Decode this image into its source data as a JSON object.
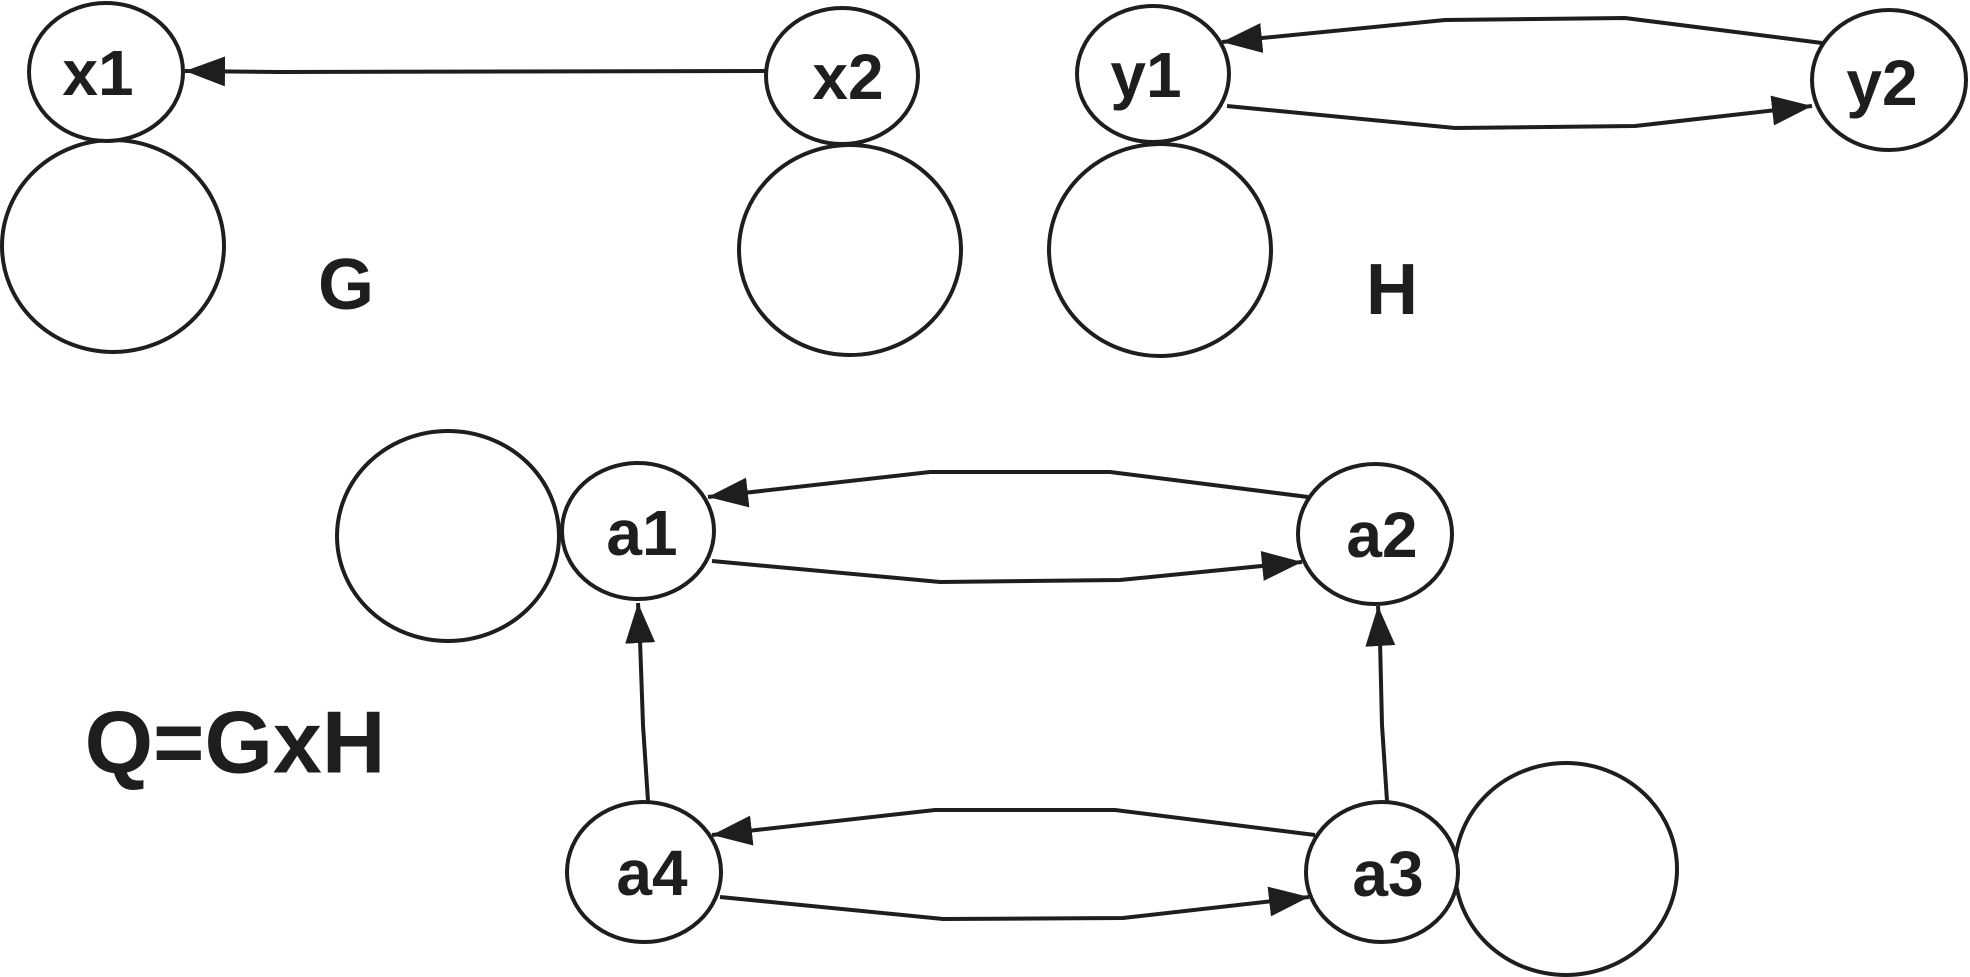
{
  "graphs": {
    "g": {
      "label": "G",
      "nodes": [
        "x1",
        "x2"
      ],
      "edges": [
        {
          "from": "x2",
          "to": "x1"
        }
      ],
      "self_loops": [
        "x1",
        "x2"
      ]
    },
    "h": {
      "label": "H",
      "nodes": [
        "y1",
        "y2"
      ],
      "edges": [
        {
          "from": "y2",
          "to": "y1"
        },
        {
          "from": "y1",
          "to": "y2"
        }
      ],
      "self_loops": [
        "y1"
      ]
    },
    "q": {
      "label": "Q=GxH",
      "nodes": [
        "a1",
        "a2",
        "a3",
        "a4"
      ],
      "edges": [
        {
          "from": "a2",
          "to": "a1"
        },
        {
          "from": "a1",
          "to": "a2"
        },
        {
          "from": "a3",
          "to": "a4"
        },
        {
          "from": "a4",
          "to": "a3"
        },
        {
          "from": "a4",
          "to": "a1"
        },
        {
          "from": "a3",
          "to": "a2"
        }
      ],
      "self_loops": [
        "a1",
        "a3"
      ]
    }
  },
  "nodes": {
    "x1": "x1",
    "x2": "x2",
    "y1": "y1",
    "y2": "y2",
    "a1": "a1",
    "a2": "a2",
    "a3": "a3",
    "a4": "a4"
  },
  "colors": {
    "stroke": "#1e1e1e",
    "background": "#ffffff"
  }
}
